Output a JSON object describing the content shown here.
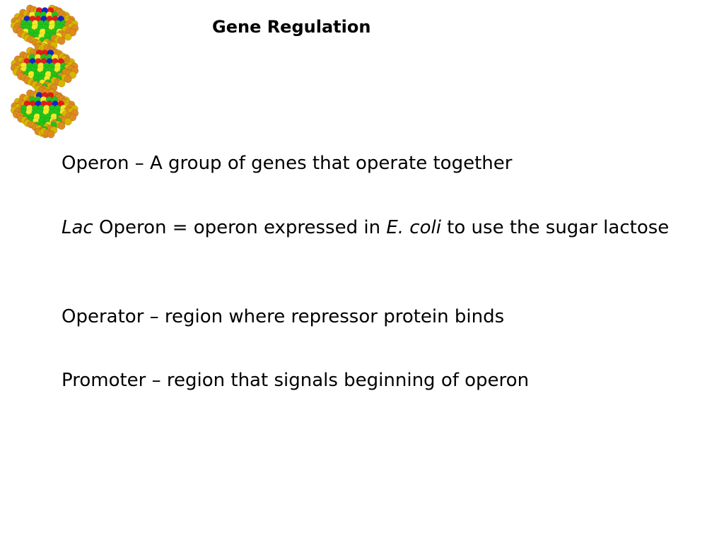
{
  "title": "Gene Regulation",
  "image": {
    "icon": "dna-helix-icon"
  },
  "bullets": [
    {
      "text": "Operon – A group of genes that operate together"
    },
    {
      "lac": "Lac",
      "part1": " Operon = operon expressed in ",
      "ecoli": "E. coli",
      "part2": " to use the sugar lactose"
    },
    {
      "text": "Operator – region where repressor protein binds"
    },
    {
      "text": "Promoter – region that signals beginning of operon"
    }
  ],
  "colors": {
    "orange": "#e08a1e",
    "gold": "#d9b400",
    "red": "#e31b1b",
    "green": "#21c21b",
    "blue": "#1426c8",
    "yellow": "#f2ea2a"
  }
}
